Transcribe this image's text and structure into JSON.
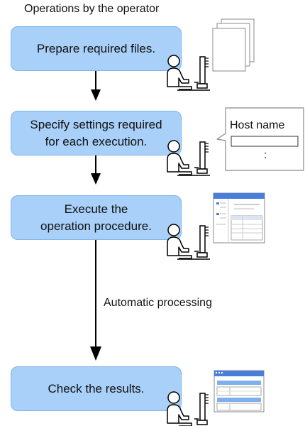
{
  "heading": "Operations by the operator",
  "steps": [
    {
      "id": "prepare",
      "label": "Prepare required files."
    },
    {
      "id": "specify",
      "label": "Specify settings required\nfor each execution."
    },
    {
      "id": "execute",
      "label": "Execute the\noperation procedure."
    },
    {
      "id": "check",
      "label": "Check the results."
    }
  ],
  "automatic_label": "Automatic processing",
  "settings_panel": {
    "field_label": "Host name",
    "ellipsis": ":"
  },
  "colors": {
    "step_fill": "#a8d0f8",
    "step_border": "#7fb3e6",
    "arrow": "#000000",
    "window_titlebar": "#4a7fd9"
  },
  "icons": [
    "operator-at-computer-icon",
    "documents-stack-icon",
    "settings-form-icon",
    "application-window-icon",
    "results-window-icon"
  ]
}
